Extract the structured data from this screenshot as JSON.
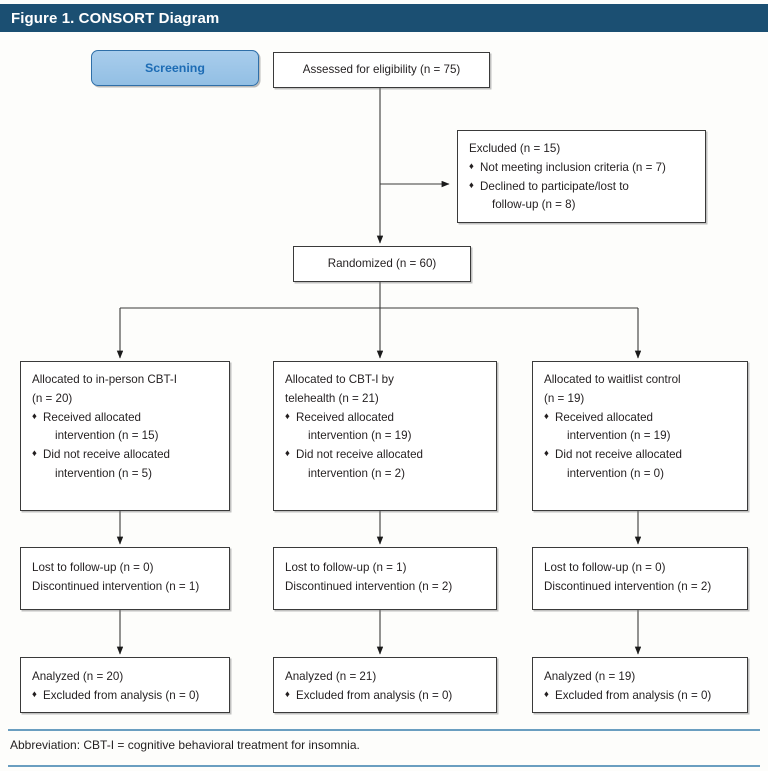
{
  "figure": {
    "title": "Figure 1. CONSORT Diagram",
    "title_bar_color": "#1b4f72"
  },
  "stage_labels": [
    {
      "name": "screening",
      "label": "Screening",
      "text_color": "#1d6cb5",
      "fill_color": "#9dc3e6"
    }
  ],
  "nodes": {
    "assessed": {
      "lines": [
        "Assessed for eligibility (n = 75)"
      ]
    },
    "excluded": {
      "heading": "Excluded (n = 15)",
      "bullets": [
        {
          "text": "Not meeting inclusion criteria (n = 7)",
          "cont": ""
        },
        {
          "text": "Declined to participate/lost to",
          "cont": "follow-up (n = 8)"
        }
      ]
    },
    "randomized": {
      "lines": [
        "Randomized (n = 60)"
      ]
    },
    "allocation_left": {
      "heading_line1": "Allocated to in-person CBT-I",
      "heading_line2": "(n = 20)",
      "bullets": [
        {
          "text": "Received allocated",
          "cont": "intervention (n = 15)"
        },
        {
          "text": "Did not receive allocated",
          "cont": "intervention (n = 5)"
        }
      ]
    },
    "allocation_middle": {
      "heading_line1": "Allocated to CBT-I by",
      "heading_line2": "telehealth (n = 21)",
      "bullets": [
        {
          "text": "Received allocated",
          "cont": "intervention (n = 19)"
        },
        {
          "text": "Did not receive allocated",
          "cont": "intervention (n = 2)"
        }
      ]
    },
    "allocation_right": {
      "heading_line1": "Allocated to waitlist control",
      "heading_line2": "(n = 19)",
      "bullets": [
        {
          "text": "Received allocated",
          "cont": "intervention (n = 19)"
        },
        {
          "text": "Did not receive allocated",
          "cont": "intervention (n = 0)"
        }
      ]
    },
    "followup_left": {
      "line1": "Lost to follow-up (n = 0)",
      "line2": "Discontinued intervention (n = 1)"
    },
    "followup_middle": {
      "line1": "Lost to follow-up (n = 1)",
      "line2": "Discontinued intervention (n = 2)"
    },
    "followup_right": {
      "line1": "Lost to follow-up (n = 0)",
      "line2": "Discontinued intervention (n = 2)"
    },
    "analyzed_left": {
      "heading": "Analyzed (n = 20)",
      "bullets": [
        {
          "text": "Excluded from analysis (n = 0)",
          "cont": ""
        }
      ]
    },
    "analyzed_middle": {
      "heading": "Analyzed (n = 21)",
      "bullets": [
        {
          "text": "Excluded from analysis (n = 0)",
          "cont": ""
        }
      ]
    },
    "analyzed_right": {
      "heading": "Analyzed (n = 19)",
      "bullets": [
        {
          "text": "Excluded from analysis (n = 0)",
          "cont": ""
        }
      ]
    }
  },
  "bullet_glyph": "♦",
  "footnote": {
    "text": "Abbreviation: CBT-I = cognitive behavioral treatment for insomnia.",
    "rule_color": "#6a9ec0"
  }
}
